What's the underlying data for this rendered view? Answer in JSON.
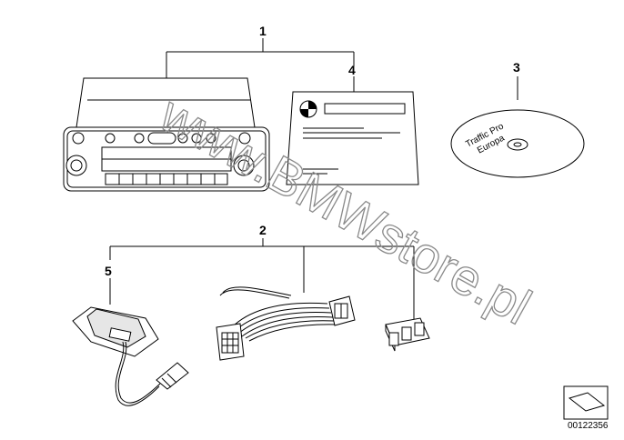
{
  "callouts": {
    "c1": "1",
    "c2": "2",
    "c3": "3",
    "c4": "4",
    "c5": "5"
  },
  "disc": {
    "line1": "Traffic Pro",
    "line2": "Europa"
  },
  "watermark": "www.BMWstore.pl",
  "diagram_number": "00122356"
}
